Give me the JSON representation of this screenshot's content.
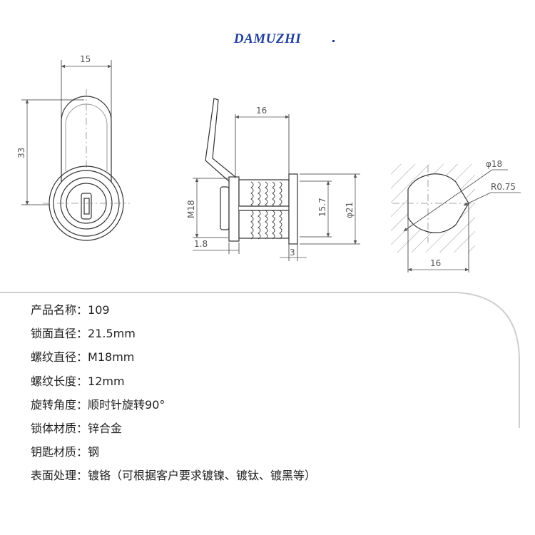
{
  "brand": {
    "name": "DAMUZHI",
    "color": "#1f3f9a"
  },
  "drawing": {
    "front_view": {
      "dim_width": "15",
      "dim_height": "33"
    },
    "side_view": {
      "dim_length": "16",
      "dim_thread": "M18",
      "dim_flange_thickness": "1.8",
      "dim_inner": "15.7",
      "dim_outer": "φ21",
      "dim_body": "3"
    },
    "panel_cutout": {
      "dim_diameter": "φ18",
      "dim_radius": "R0.75",
      "dim_width": "16"
    }
  },
  "specs": [
    {
      "label": "产品名称",
      "value": "109"
    },
    {
      "label": "锁面直径",
      "value": "21.5mm"
    },
    {
      "label": "螺纹直径",
      "value": "M18mm"
    },
    {
      "label": "螺纹长度",
      "value": "12mm"
    },
    {
      "label": "旋转角度",
      "value": "顺时针旋转90°"
    },
    {
      "label": "锁体材质",
      "value": "锌合金"
    },
    {
      "label": "钥匙材质",
      "value": "钢"
    },
    {
      "label": "表面处理",
      "value": "镀铬（可根据客户要求镀镍、镀钛、镀黑等）"
    }
  ],
  "separator": "："
}
